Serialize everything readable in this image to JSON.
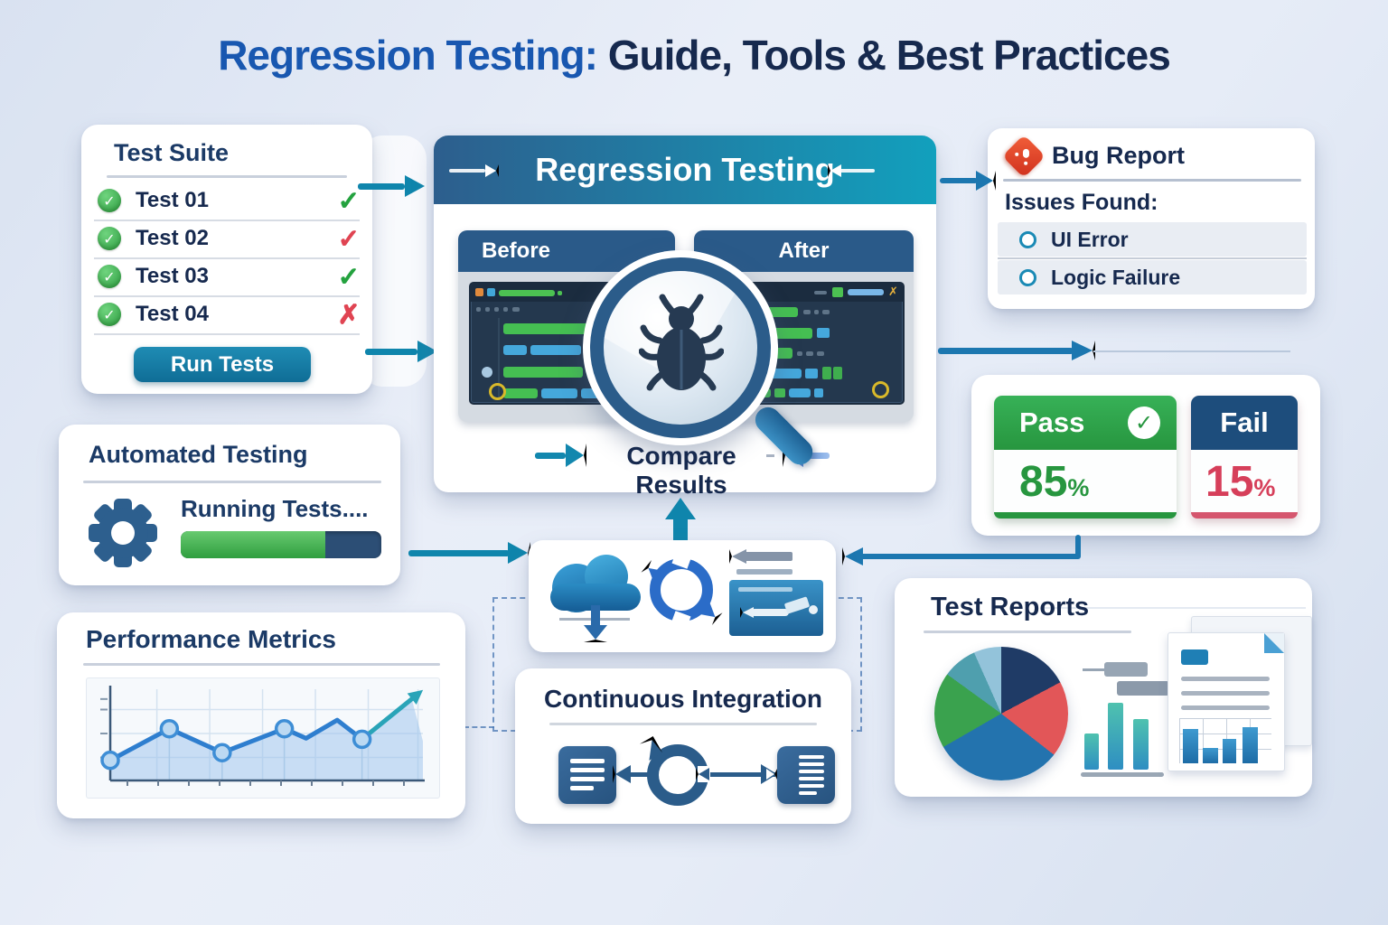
{
  "title": {
    "highlight": "Regression Testing:",
    "rest": " Guide, Tools & Best Practices"
  },
  "icons": {
    "check-icon": "✓",
    "x-icon": "✗"
  },
  "test_suite": {
    "title": "Test Suite",
    "run_button": "Run Tests",
    "tests": [
      {
        "label": "Test 01",
        "result_icon": "check-icon",
        "result_color": "green"
      },
      {
        "label": "Test 02",
        "result_icon": "check-icon",
        "result_color": "red"
      },
      {
        "label": "Test 03",
        "result_icon": "check-icon",
        "result_color": "green"
      },
      {
        "label": "Test 04",
        "result_icon": "x-icon",
        "result_color": "red"
      }
    ]
  },
  "flow": {
    "center_header": "Regression Testing",
    "before_label": "Before",
    "after_label": "After",
    "compare_label": "Compare Results"
  },
  "bug_report": {
    "title": "Bug Report",
    "issues_heading": "Issues Found:",
    "issues": [
      {
        "label": "UI Error"
      },
      {
        "label": "Logic Failure"
      }
    ]
  },
  "results": {
    "pass_label": "Pass",
    "pass_value": "85",
    "fail_label": "Fail",
    "fail_value": "15",
    "percent_sign": "%"
  },
  "automated": {
    "title": "Automated Testing",
    "status_text": "Running Tests....",
    "progress_percent": 72
  },
  "ci": {
    "title": "Continuous Integration"
  },
  "reports": {
    "title": "Test Reports"
  },
  "performance": {
    "title": "Performance Metrics"
  },
  "colors": {
    "accent_teal": "#0f85ac",
    "arrow_blue": "#1c77b0",
    "pass_green": "#27963f",
    "fail_red": "#d63f5a",
    "navy_text": "#182f55",
    "header_gradient_start": "#2d5e8d",
    "header_gradient_end": "#12a0bd"
  },
  "chart_data": [
    {
      "type": "line",
      "panel": "Performance Metrics",
      "x": [
        0,
        1.9,
        3.6,
        5.6,
        6.3,
        7.3,
        8.1,
        9.7
      ],
      "values": [
        22,
        55,
        30,
        55,
        45,
        64,
        44,
        86
      ],
      "marker_indices": [
        0,
        1,
        2,
        3,
        6
      ],
      "grid_y": [
        25,
        50,
        75
      ],
      "grid_x": [
        1.5,
        3.2,
        4.9,
        6.6,
        8.3,
        9.9
      ],
      "ylim": [
        0,
        100
      ],
      "grid": true,
      "line_color": "#2e7ecf",
      "end_color": "#2aa4b8",
      "fill_color": "rgba(154,194,236,0.5)"
    },
    {
      "type": "pie",
      "panel": "Test Reports",
      "slices": [
        {
          "label": "segment-navy",
          "value_degrees": 62,
          "color": "#1f3b66"
        },
        {
          "label": "segment-red",
          "value_degrees": 66,
          "color": "#e25658"
        },
        {
          "label": "segment-blue",
          "value_degrees": 112,
          "color": "#2373ae"
        },
        {
          "label": "segment-green",
          "value_degrees": 66,
          "color": "#3aa24e"
        },
        {
          "label": "segment-teal",
          "value_degrees": 30,
          "color": "#4f9fae"
        },
        {
          "label": "segment-lightblue",
          "value_degrees": 24,
          "color": "#93c3da"
        }
      ]
    },
    {
      "type": "bar",
      "panel": "Test Reports mini bar chart",
      "values": [
        40,
        74,
        56
      ]
    },
    {
      "type": "bar",
      "panel": "Test Reports document bar chart",
      "values": [
        38,
        17,
        27,
        40
      ]
    }
  ]
}
